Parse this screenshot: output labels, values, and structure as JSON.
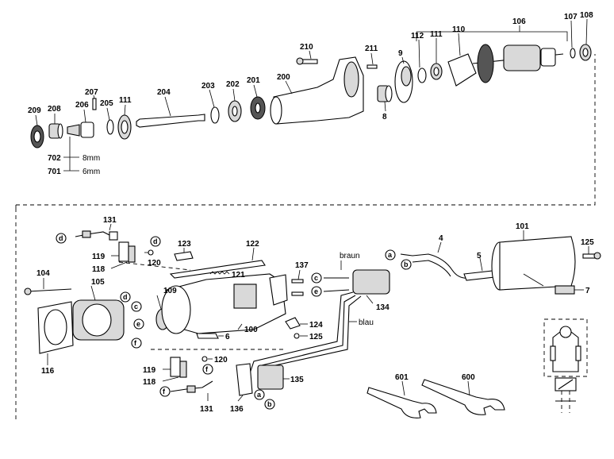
{
  "parts": [
    {
      "id": "p209",
      "label": "209"
    },
    {
      "id": "p208",
      "label": "208"
    },
    {
      "id": "p207",
      "label": "207"
    },
    {
      "id": "p206",
      "label": "206"
    },
    {
      "id": "p205",
      "label": "205"
    },
    {
      "id": "p111a",
      "label": "111"
    },
    {
      "id": "p204",
      "label": "204"
    },
    {
      "id": "p203",
      "label": "203"
    },
    {
      "id": "p202",
      "label": "202"
    },
    {
      "id": "p201",
      "label": "201"
    },
    {
      "id": "p200",
      "label": "200"
    },
    {
      "id": "p210",
      "label": "210"
    },
    {
      "id": "p211",
      "label": "211"
    },
    {
      "id": "p8",
      "label": "8"
    },
    {
      "id": "p9",
      "label": "9"
    },
    {
      "id": "p112",
      "label": "112"
    },
    {
      "id": "p111b",
      "label": "111"
    },
    {
      "id": "p110",
      "label": "110"
    },
    {
      "id": "p106",
      "label": "106"
    },
    {
      "id": "p107",
      "label": "107"
    },
    {
      "id": "p108",
      "label": "108"
    },
    {
      "id": "p702",
      "label": "702"
    },
    {
      "id": "p701",
      "label": "701"
    },
    {
      "id": "p131a",
      "label": "131"
    },
    {
      "id": "p119a",
      "label": "119"
    },
    {
      "id": "p118a",
      "label": "118"
    },
    {
      "id": "p120a",
      "label": "120"
    },
    {
      "id": "p123",
      "label": "123"
    },
    {
      "id": "p122",
      "label": "122"
    },
    {
      "id": "p121",
      "label": "121"
    },
    {
      "id": "p104",
      "label": "104"
    },
    {
      "id": "p105",
      "label": "105"
    },
    {
      "id": "p109",
      "label": "109"
    },
    {
      "id": "p116",
      "label": "116"
    },
    {
      "id": "p6",
      "label": "6"
    },
    {
      "id": "p100",
      "label": "100"
    },
    {
      "id": "p124",
      "label": "124"
    },
    {
      "id": "p125a",
      "label": "125"
    },
    {
      "id": "p137",
      "label": "137"
    },
    {
      "id": "p134",
      "label": "134"
    },
    {
      "id": "p4",
      "label": "4"
    },
    {
      "id": "p5",
      "label": "5"
    },
    {
      "id": "p101",
      "label": "101"
    },
    {
      "id": "p125b",
      "label": "125"
    },
    {
      "id": "p7",
      "label": "7"
    },
    {
      "id": "p119b",
      "label": "119"
    },
    {
      "id": "p118b",
      "label": "118"
    },
    {
      "id": "p120b",
      "label": "120"
    },
    {
      "id": "p131b",
      "label": "131"
    },
    {
      "id": "p136",
      "label": "136"
    },
    {
      "id": "p135",
      "label": "135"
    },
    {
      "id": "p601",
      "label": "601"
    },
    {
      "id": "p600",
      "label": "600"
    }
  ],
  "sizes": {
    "s702": "8mm",
    "s701": "6mm"
  },
  "wires": {
    "braun": "braun",
    "blau": "blau"
  },
  "connectors": {
    "a": "a",
    "b": "b",
    "c": "c",
    "d": "d",
    "e": "e",
    "f": "f"
  }
}
